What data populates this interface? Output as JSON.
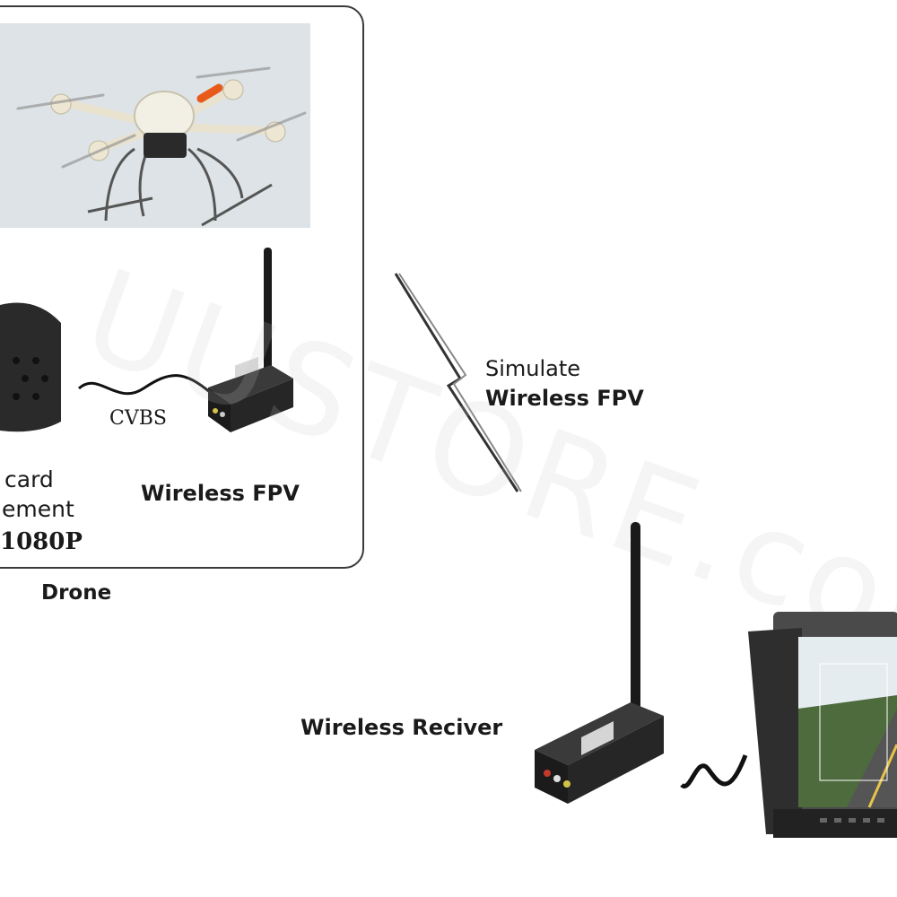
{
  "labels": {
    "cvbs": "CVBS",
    "wireless_fpv": "Wireless FPV",
    "camera_line1": "card",
    "camera_line2": "ement",
    "camera_line3": "1080P",
    "drone": "Drone",
    "simulate_line1": "Simulate",
    "simulate_line2": "Wireless FPV",
    "wireless_receiver": "Wireless Reciver"
  },
  "watermark": "UUSTORE.com",
  "colors": {
    "device_body": "#202020",
    "frame": "#e8e2cf",
    "sky": "#dde3e6",
    "accent_orange": "#e85a1a",
    "border": "#3a3a3a"
  }
}
